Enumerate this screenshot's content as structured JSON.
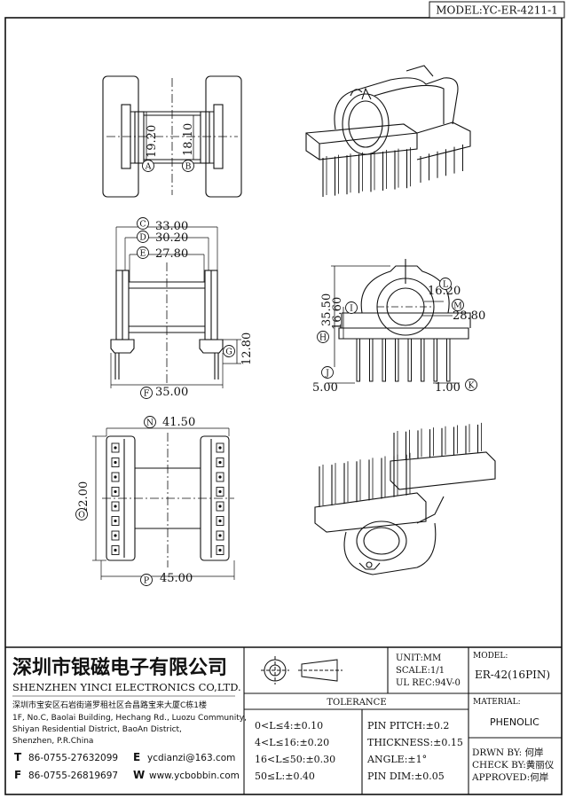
{
  "model_label": "MODEL:YC-ER-4211-1",
  "dims": {
    "A": "19.20",
    "B": "18.10",
    "C": "33.00",
    "D": "30.20",
    "E": "27.80",
    "F": "35.00",
    "G": "12.80",
    "H": "35.50",
    "I": "16.60",
    "J": "5.00",
    "K": "1.00",
    "L": "16.20",
    "M": "28.80",
    "N": "41.50",
    "O": "42.00",
    "P": "45.00"
  },
  "markers": [
    "A",
    "B",
    "C",
    "D",
    "E",
    "F",
    "G",
    "H",
    "I",
    "J",
    "K",
    "L",
    "M",
    "N",
    "O",
    "P"
  ],
  "company": {
    "name_cn": "深圳市银磁电子有限公司",
    "name_en": "SHENZHEN YINCI ELECTRONICS CO,LTD.",
    "address_cn": "深圳市宝安区石岩街道罗租社区合昌路宝来大厦C栋1楼",
    "address_en": [
      "1F, No.C, Baolai Building, Hechang Rd., Luozu Community,",
      "Shiyan Residential District, BaoAn District,",
      "Shenzhen, P.R.China"
    ],
    "tel_key": "T",
    "tel": "86-0755-27632099",
    "fax_key": "F",
    "fax": "86-0755-26819697",
    "email_key": "E",
    "email": "ycdianzi@163.com",
    "web_key": "W",
    "web": "www.ycbobbin.com"
  },
  "spec": {
    "unit": "UNIT:MM",
    "scale": "SCALE:1/1",
    "ul": "UL REC:94V-0",
    "model_head": "MODEL:",
    "model": "ER-42(16PIN)",
    "material_head": "MATERIAL:",
    "material": "PHENOLIC"
  },
  "tolerance": {
    "title": "TOLERANCE",
    "left": [
      "0<L≤4:±0.10",
      "4<L≤16:±0.20",
      "16<L≤50:±0.30",
      "50≤L:±0.40"
    ],
    "right": [
      "PIN PITCH:±0.2",
      "THICKNESS:±0.15",
      "ANGLE:±1°",
      "PIN DIM:±0.05"
    ]
  },
  "signoff": {
    "drawn": "DRWN BY: 何岸",
    "check": "CHECK BY:黄丽仪",
    "approved": "APPROVED:何岸"
  }
}
